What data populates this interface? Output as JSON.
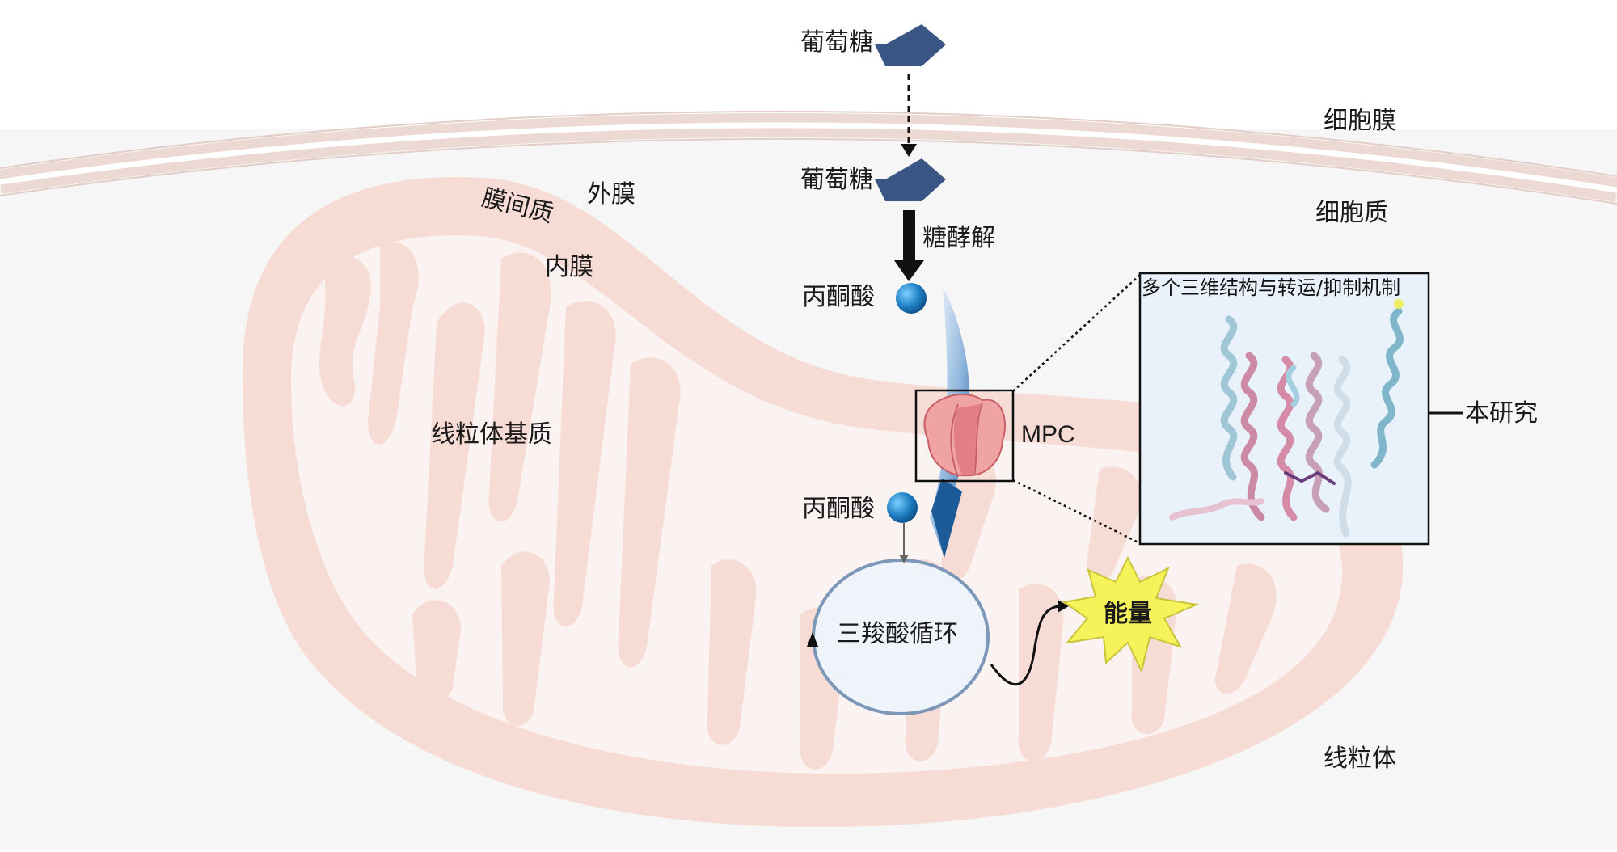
{
  "labels": {
    "glucose_outside": "葡萄糖",
    "glucose_inside": "葡萄糖",
    "glycolysis": "糖酵解",
    "pyruvate_cytosol": "丙酮酸",
    "pyruvate_matrix": "丙酮酸",
    "cell_membrane": "细胞膜",
    "cytoplasm": "细胞质",
    "outer_membrane": "外膜",
    "intermembrane_space": "膜间质",
    "inner_membrane": "内膜",
    "matrix": "线粒体基质",
    "mpc": "MPC",
    "tca_cycle": "三羧酸循环",
    "energy": "能量",
    "mitochondrion": "线粒体",
    "this_study": "本研究"
  },
  "inset": {
    "title": "多个三维结构与转运/抑制机制"
  },
  "colors": {
    "glucose": "#3a5684",
    "pyruvate": "#1f7fc4",
    "mitochondrion_outer": "#f6ddd6",
    "mitochondrion_cristae": "#fbf5f3",
    "cytoplasm": "#f7f7f7",
    "mpc_protein": "#f0a3a3",
    "tca_circle": "#eef4fa",
    "energy_star": "#f6f25a",
    "inset_bg": "#e9f2fa"
  }
}
